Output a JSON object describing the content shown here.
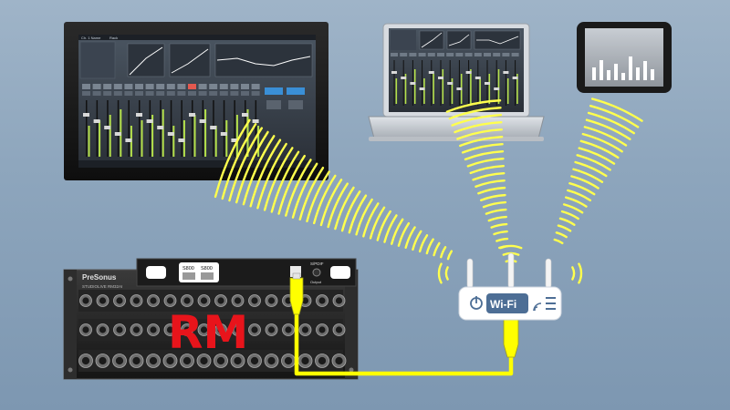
{
  "devices": {
    "rack_unit": {
      "name": "RM",
      "brand": "PreSonus",
      "model_line": "STUDIOLIVE RM32AI"
    },
    "network_card": {
      "slot1": "S800",
      "slot2": "S800",
      "spdif": "S/PDIF",
      "output": "Output"
    },
    "router": {
      "label": "Wi-Fi"
    },
    "monitor_app": {
      "channel_tag": "Ch. 1 Name",
      "rack_tag": "Rack"
    }
  },
  "colors": {
    "background": "#8ea6bd",
    "signal": "#ffff4d",
    "cable": "#ffff00",
    "rm_label": "#e8141b",
    "router_body": "#ffffff",
    "router_accent": "#4d6e95",
    "screen_dark": "#2b3139"
  },
  "icons": [
    "power-icon",
    "wifi-icon",
    "menu-icon",
    "bar-graph-icon"
  ]
}
